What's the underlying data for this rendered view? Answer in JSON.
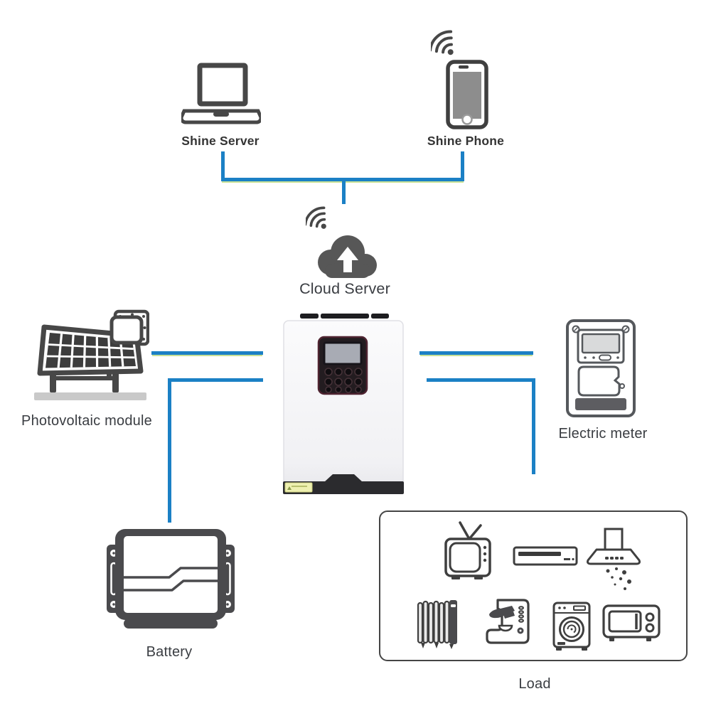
{
  "diagram_type": "solar-inverter-monitoring-system",
  "colors": {
    "connector_blue": "#1b80c5",
    "connector_accent_green": "#9ac842",
    "icon_stroke_gray": "#474747",
    "label_text": "#3a3d42",
    "inverter_panel_maroon": "#4f2431",
    "inverter_label_yellow": "#eef0b0"
  },
  "nodes": {
    "shine_server": {
      "label": "Shine Server",
      "icon": "laptop-icon"
    },
    "shine_phone": {
      "label": "Shine Phone",
      "icon": "smartphone-icon",
      "badge": "wifi-icon"
    },
    "cloud_server": {
      "label": "Cloud Server",
      "icon": "cloud-upload-icon",
      "badge": "wifi-icon"
    },
    "photovoltaic_module": {
      "label": "Photovoltaic module",
      "icon": "solar-panel-icon"
    },
    "inverter": {
      "icon": "solar-inverter-icon"
    },
    "electric_meter": {
      "label": "Electric meter",
      "icon": "electric-meter-icon"
    },
    "battery": {
      "label": "Battery",
      "icon": "battery-icon"
    },
    "load": {
      "label": "Load",
      "appliances": [
        "tv",
        "dvd-player",
        "range-hood",
        "radiator-heater",
        "coffee-machine",
        "washing-machine",
        "microwave-oven"
      ]
    }
  },
  "connections": [
    "shine-server to hub",
    "shine-phone to hub",
    "hub to cloud-server",
    "photovoltaic-module to inverter",
    "inverter to battery",
    "inverter to electric-meter",
    "inverter to load"
  ]
}
